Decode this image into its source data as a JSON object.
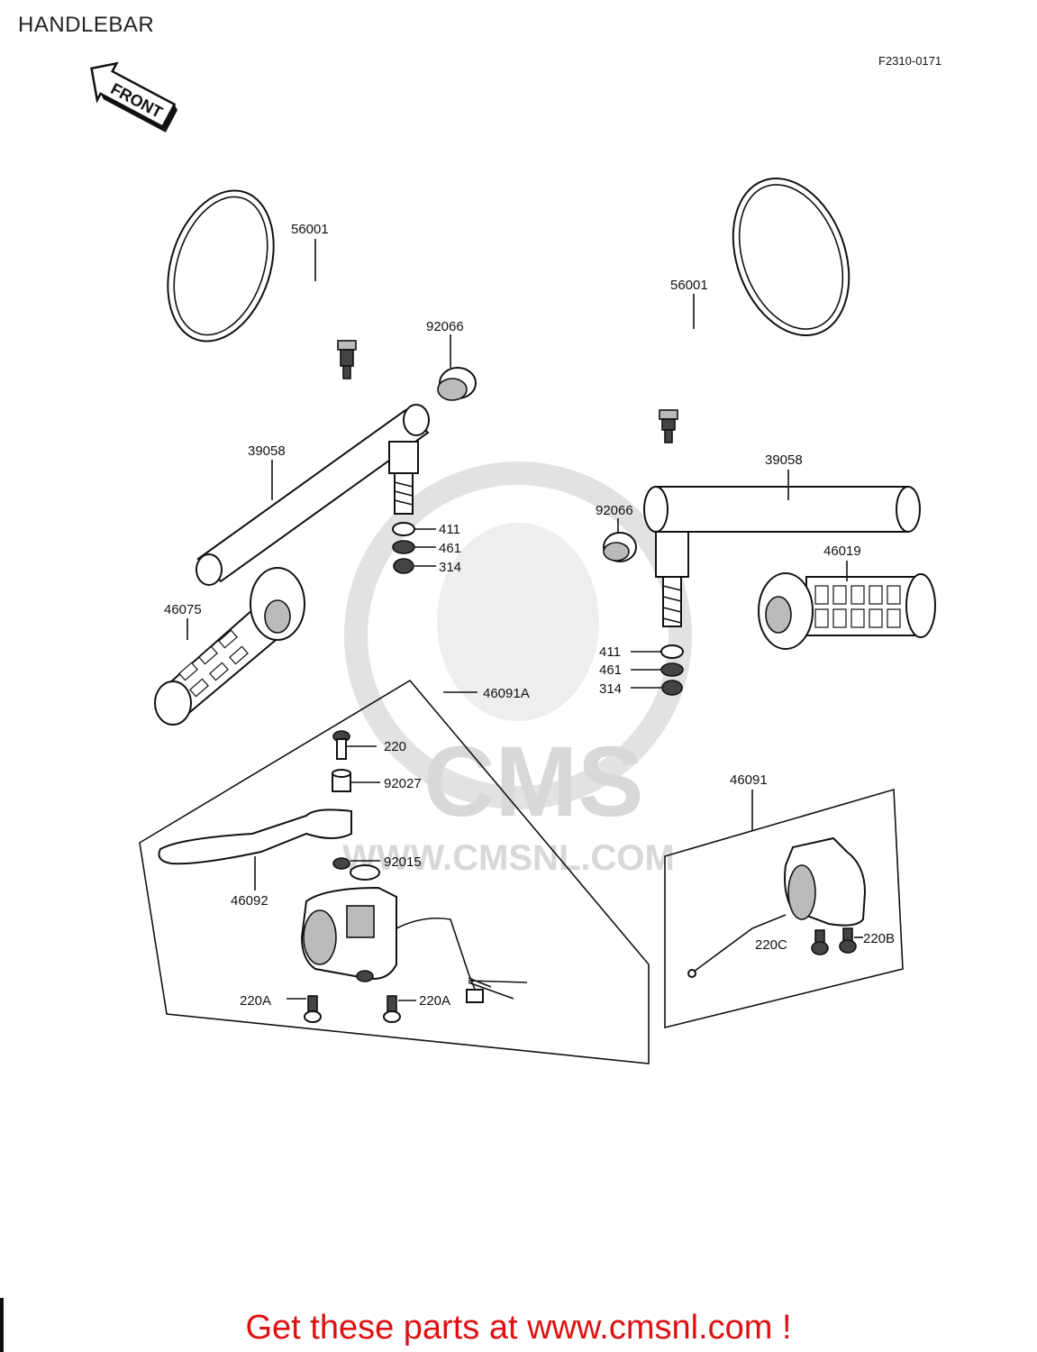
{
  "header": {
    "title": "HANDLEBAR",
    "figure_code": "F2310-0171",
    "front_label": "FRONT"
  },
  "watermark": {
    "brand": "CMS",
    "url": "WWW.CMSNL.COM"
  },
  "labels": {
    "mirror_left": "56001",
    "mirror_right": "56001",
    "cap_left": "92066",
    "cap_right": "92066",
    "bar_left": "39058",
    "bar_right": "39058",
    "washer_left": "411",
    "lockwasher_left": "461",
    "nut_left": "314",
    "washer_right": "411",
    "lockwasher_right": "461",
    "nut_right": "314",
    "grip_left": "46075",
    "grip_right": "46019",
    "lever_assy": "46091A",
    "bolt_220": "220",
    "collar": "92027",
    "washer_92015": "92015",
    "lever": "46092",
    "screw_a1": "220A",
    "screw_a2": "220A",
    "switch_right": "46091",
    "screw_c": "220C",
    "screw_b": "220B"
  },
  "footer": {
    "cta": "Get these parts at www.cmsnl.com !"
  },
  "colors": {
    "cta": "#e01010",
    "line": "#111111",
    "watermark": "#d8d8d8"
  }
}
